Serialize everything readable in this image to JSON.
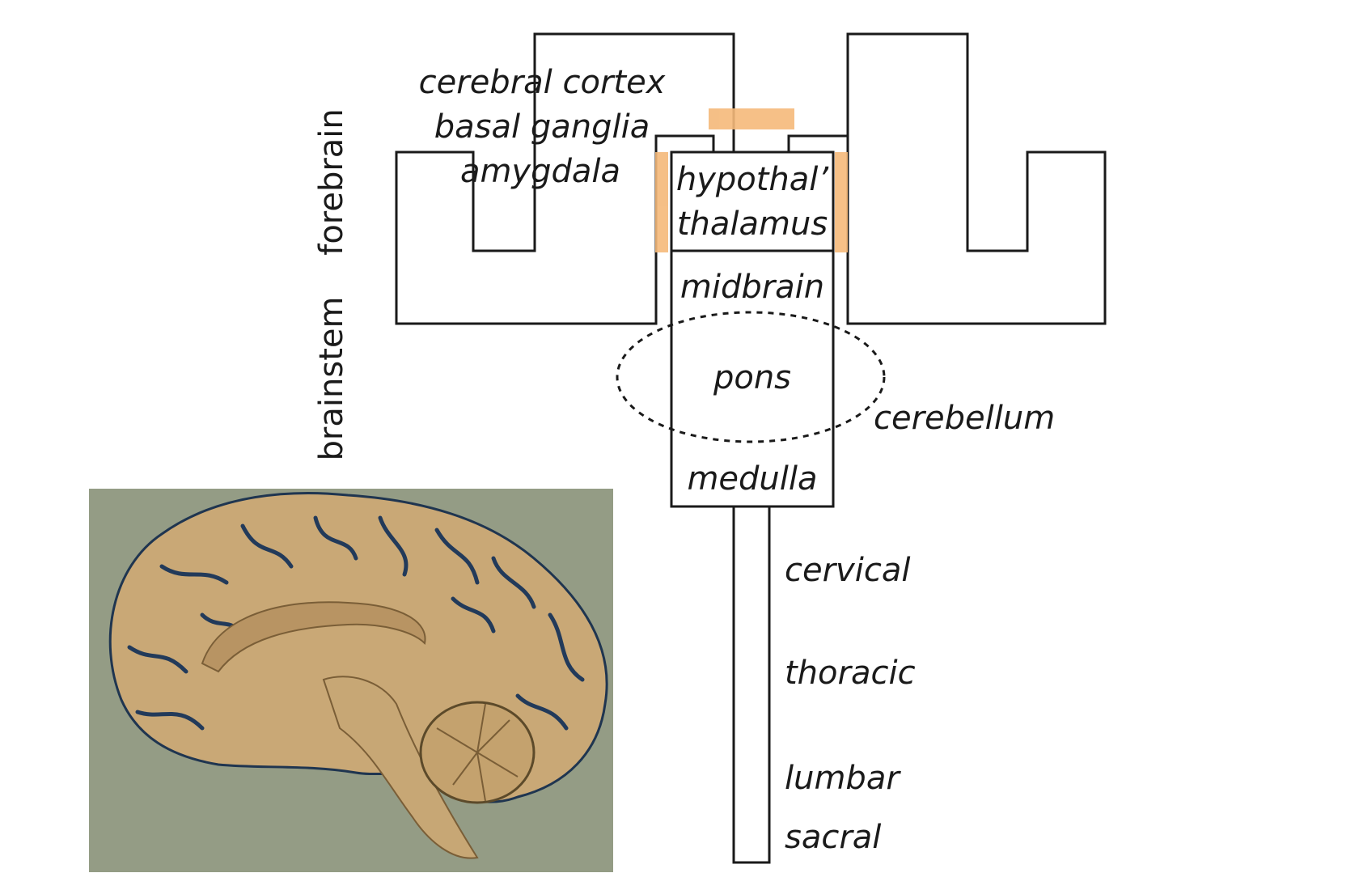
{
  "colors": {
    "outline": "#1a1a1a",
    "highlight": "#f5b97a",
    "background": "#ffffff"
  },
  "side_labels": {
    "forebrain": "forebrain",
    "brainstem": "brainstem"
  },
  "forebrain_labels": {
    "cerebral_cortex": "cerebral cortex",
    "basal_ganglia": "basal ganglia",
    "amygdala": "amygdala"
  },
  "center_labels": {
    "hypothalamus": "hypothal’",
    "thalamus": "thalamus",
    "midbrain": "midbrain",
    "pons": "pons",
    "medulla": "medulla"
  },
  "cerebellum_label": "cerebellum",
  "spinal_labels": {
    "cervical": "cervical",
    "thoracic": "thoracic",
    "lumbar": "lumbar",
    "sacral": "sacral"
  },
  "photo": {
    "icon": "brain-sagittal-section-photo"
  }
}
